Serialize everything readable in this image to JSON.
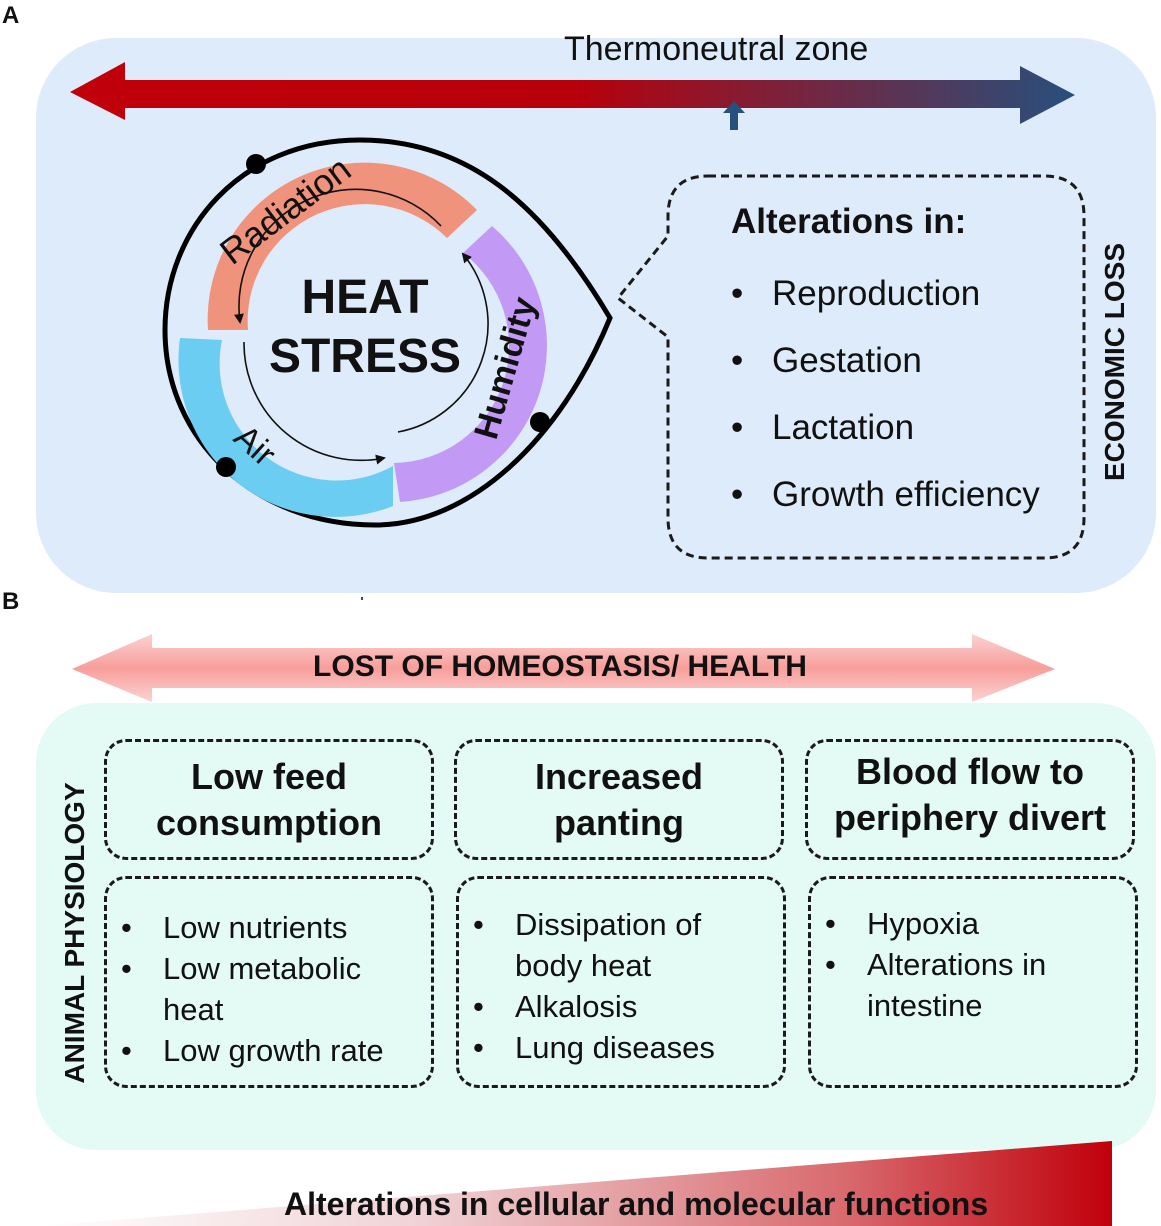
{
  "panels": {
    "a": "A",
    "b": "B"
  },
  "thermoneutral_label": "Thermoneutral zone",
  "heat_stress": {
    "line1": "HEAT",
    "line2": "STRESS"
  },
  "segments": {
    "radiation": "Radiation",
    "humidity": "Humidity",
    "air": "Air"
  },
  "alterations": {
    "title": "Alterations in:",
    "items": [
      "Reproduction",
      "Gestation",
      "Lactation",
      "Growth efficiency"
    ]
  },
  "economic_loss": "ECONOMIC LOSS",
  "homeostasis_label": "LOST OF HOMEOSTASIS/ HEALTH",
  "animal_physiology": "ANIMAL  PHYSIOLOGY",
  "effects": [
    {
      "title_lines": [
        "Low feed",
        "consumption"
      ],
      "bullets": [
        "Low nutrients",
        "Low metabolic heat",
        "Low growth rate"
      ]
    },
    {
      "title_lines": [
        "Increased",
        "panting"
      ],
      "bullets": [
        "Dissipation of body heat",
        "Alkalosis",
        "Lung diseases"
      ]
    },
    {
      "title_lines": [
        "Blood flow to",
        "periphery divert"
      ],
      "bullets": [
        "Hypoxia",
        "Alterations in intestine"
      ]
    }
  ],
  "cellular_label": "Alterations in cellular and molecular functions",
  "colors": {
    "radiation": "#f0937c",
    "humidity": "#c29af5",
    "air": "#6ccdf3",
    "arrow_red": "#c0000b",
    "arrow_blue": "#27507d",
    "pink_arrow": "#f8a6a4",
    "blue_panel": "#deebfa",
    "green_panel": "#e3fbf4"
  }
}
